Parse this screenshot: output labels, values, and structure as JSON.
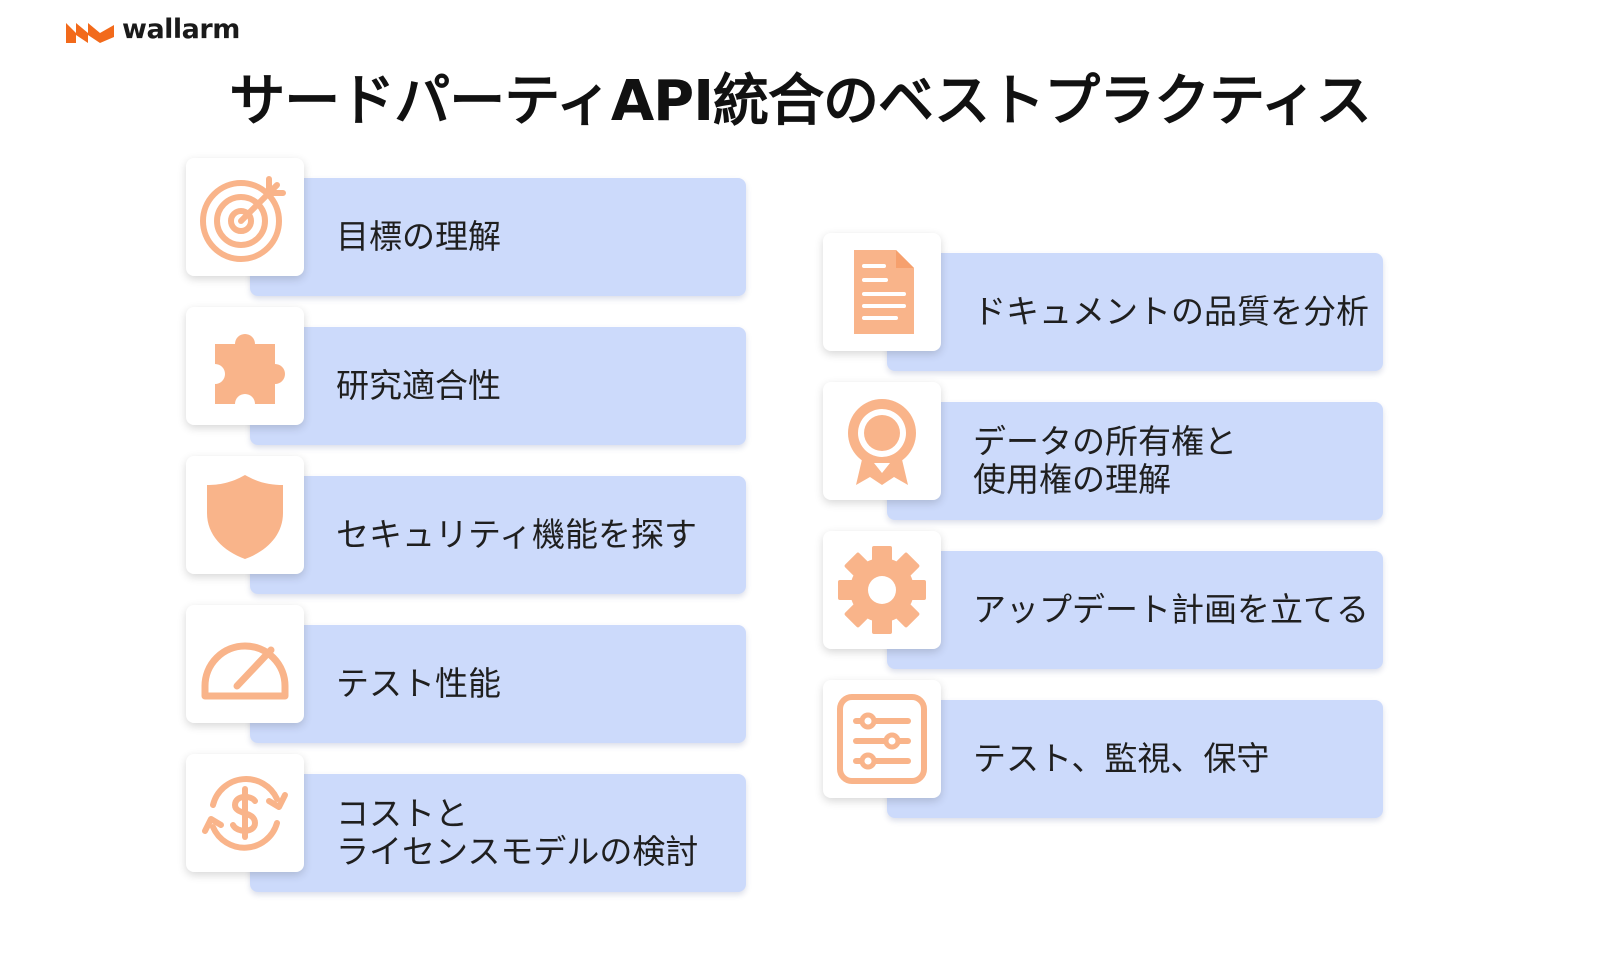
{
  "brand": {
    "name": "wallarm",
    "color": "#f26a1b"
  },
  "title": "サードパーティAPI統合のベストプラクティス",
  "colors": {
    "icon": "#f9b48a",
    "bar": "#ccdafb",
    "tile": "#ffffff"
  },
  "left_items": [
    {
      "label": "目標の理解",
      "icon": "target-icon"
    },
    {
      "label": "研究適合性",
      "icon": "puzzle-icon"
    },
    {
      "label": "セキュリティ機能を探す",
      "icon": "shield-icon"
    },
    {
      "label": "テスト性能",
      "icon": "speedometer-icon"
    },
    {
      "label": "コストと\nライセンスモデルの検討",
      "icon": "dollar-cycle-icon"
    }
  ],
  "right_items": [
    {
      "label": "ドキュメントの品質を分析",
      "icon": "document-icon"
    },
    {
      "label": "データの所有権と\n使用権の理解",
      "icon": "award-icon"
    },
    {
      "label": "アップデート計画を立てる",
      "icon": "gear-icon"
    },
    {
      "label": "テスト、監視、保守",
      "icon": "sliders-icon"
    }
  ]
}
